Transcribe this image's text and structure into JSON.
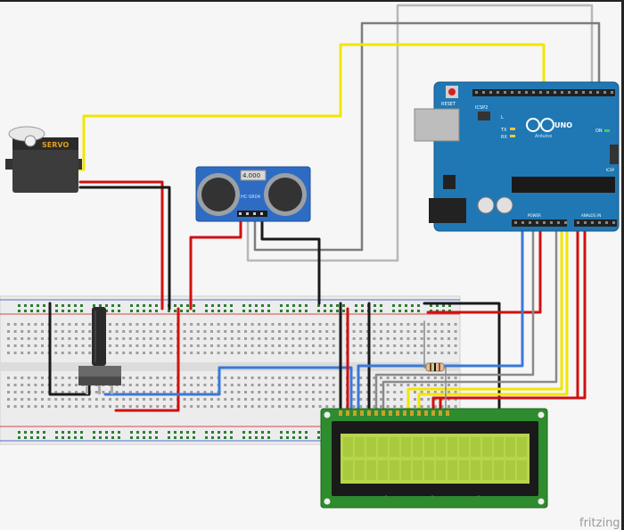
{
  "servo": {
    "label": "SERVO"
  },
  "sensor": {
    "display": "4.000",
    "model": "HC-SR04"
  },
  "arduino": {
    "reset_label": "RESET",
    "icsp2_label": "ICSP2",
    "icsp_label": "ICSP",
    "tx_label": "TX",
    "rx_label": "RX",
    "on_label": "ON",
    "l_label": "L",
    "logo_text": "UNO",
    "brand_text": "Arduino",
    "power_label": "POWER",
    "analog_label": "ANALOG IN"
  },
  "watermark": "fritzing",
  "colors": {
    "yellow_wire": "#f2e600",
    "red_wire": "#d01010",
    "black_wire": "#1a1a1a",
    "blue_wire": "#3a78d8",
    "gray_wire": "#8a8a8a",
    "arduino_board": "#1f78b4",
    "sensor_board": "#2e6cc4",
    "lcd_pcb": "#2e8b2e",
    "lcd_screen": "#b8d64a"
  }
}
